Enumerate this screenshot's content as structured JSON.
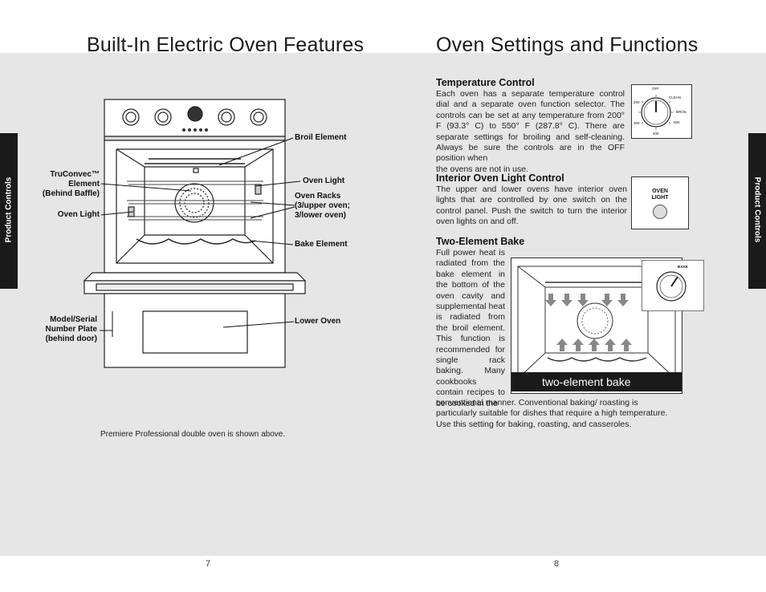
{
  "left_page": {
    "title": "Built-In Electric Oven Features",
    "labels": {
      "broil_element": "Broil Element",
      "truconvec_1": "TruConvec™",
      "truconvec_2": "Element",
      "truconvec_3": "(Behind Baffle)",
      "oven_light_right": "Oven Light",
      "oven_light_left": "Oven Light",
      "oven_racks_1": "Oven Racks",
      "oven_racks_2": "(3/upper oven;",
      "oven_racks_3": "3/lower oven)",
      "bake_element": "Bake Element",
      "model_1": "Model/Serial",
      "model_2": "Number Plate",
      "model_3": "(behind door)",
      "lower_oven": "Lower Oven"
    },
    "caption": "Premiere Professional double oven is shown above.",
    "page_number": "7",
    "side_tab": "Product Controls"
  },
  "right_page": {
    "title": "Oven Settings and Functions",
    "sections": {
      "temperature": {
        "heading": "Temperature Control",
        "body": "Each oven has a separate temperature control dial and a separate oven function selector. The controls can be set at any temperature from 200° F (93.3° C) to 550° F (287.8° C). There are separate settings for broiling and self-cleaning. Always be sure the controls are in the OFF position when",
        "body_last": "the ovens are not in use."
      },
      "light": {
        "heading": "Interior Oven Light Control",
        "body": "The upper and lower ovens have interior oven lights that are controlled by one switch on the control panel. Push the switch to turn the interior oven lights on and off."
      },
      "bake": {
        "heading": "Two-Element Bake",
        "body_narrow": "Full power heat is radiated from the bake element in the bottom of the oven cavity and supplemental heat is radiated from the broil element. This function is recommended for single rack baking. Many cookbooks contain recipes to be cooked in the",
        "body_wide": "conventional manner. Conventional baking/ roasting is particularly suitable for dishes that require a high temperature. Use this setting for baking, roasting, and casseroles."
      }
    },
    "dial": {
      "off": "OFF",
      "clean": "CLEAN",
      "broil": "BROIL",
      "t200": "200",
      "t300": "300",
      "t500": "500",
      "t400": "400"
    },
    "light_switch": {
      "line1": "OVEN",
      "line2": "LIGHT"
    },
    "bake_illustration": {
      "caption": "two-element bake",
      "mode_label": "BAKE"
    },
    "page_number": "8",
    "side_tab": "Product Controls"
  }
}
